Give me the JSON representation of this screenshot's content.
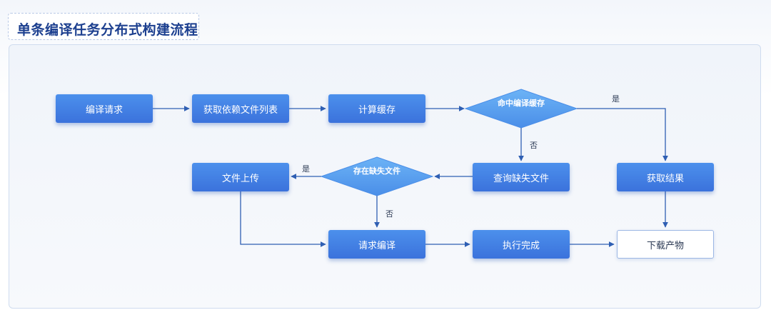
{
  "title": "单条编译任务分布式构建流程",
  "nodes": {
    "compile_request": "编译请求",
    "get_dependency_list": "获取依赖文件列表",
    "compute_cache": "计算缓存",
    "cache_hit_decision": "命中编译缓存",
    "get_result": "获取结果",
    "query_missing_files": "查询缺失文件",
    "missing_files_decision": "存在缺失文件",
    "file_upload": "文件上传",
    "request_compile": "请求编译",
    "execution_complete": "执行完成",
    "download_artifacts": "下载产物"
  },
  "edge_labels": {
    "cache_hit_yes": "是",
    "cache_hit_no": "否",
    "missing_yes": "是",
    "missing_no": "否"
  },
  "colors": {
    "node_fill_top": "#4c90ec",
    "node_fill_bottom": "#3b72dc",
    "diamond_fill": "#5aa3f2",
    "edge_stroke": "#2f5fb3",
    "title_text": "#1c3f8f"
  }
}
